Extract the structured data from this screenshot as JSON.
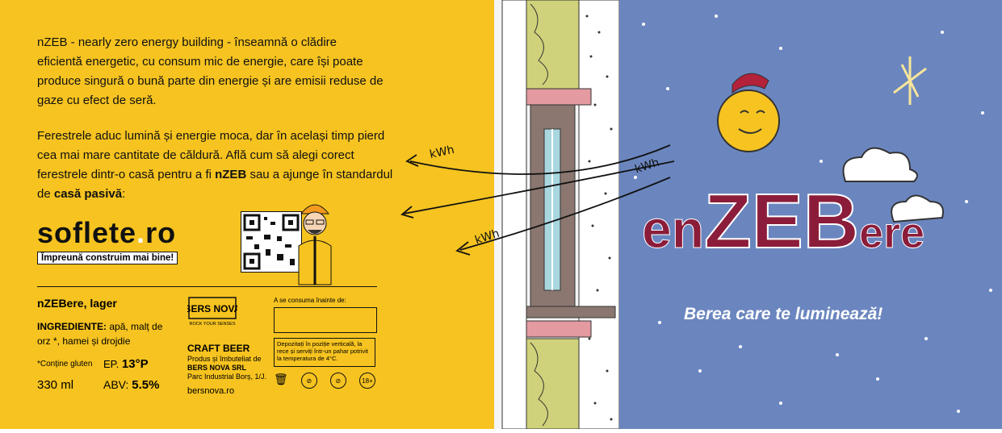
{
  "panels": {
    "left_bg": "#f6c320",
    "right_bg": "#6b86bf",
    "accent": "#8b1d3a"
  },
  "intro": {
    "para1": "nZEB - nearly zero energy building - înseamnă o clădire eficientă energetic, cu consum mic de energie, care își poate produce singură o bună parte din energie și are emisii reduse de gaze cu efect de seră.",
    "para2_a": "Ferestrele aduc lumină și energie moca, dar în același timp pierd cea mai mare cantitate de căldură. Află cum să alegi corect ferestrele dintr-o casă pentru a fi ",
    "para2_b": "nZEB",
    "para2_c": " sau a ajunge în standardul de ",
    "para2_d": "casă pasivă",
    "para2_e": ":"
  },
  "brand": {
    "name_a": "soflete",
    "dot": ".",
    "name_b": "ro",
    "tagline": "Împreună construim mai bine!"
  },
  "product": {
    "name": "nZEBere, lager",
    "ingredients_label": "INGREDIENTE:",
    "ingredients": " apă, malț de orz *, hamei și drojdie",
    "gluten": "*Conține gluten",
    "ep_label": "EP.",
    "ep_value": "13°P",
    "volume": "330 ml",
    "abv_label": "ABV:",
    "abv_value": "5.5%"
  },
  "brewery": {
    "logo_text": "BERS NOVA",
    "logo_sub": "ROCK YOUR SENSES",
    "craft": "CRAFT BEER",
    "line1": "Produs și îmbuteliat de",
    "line2": "BERS NOVA SRL",
    "line3": "Parc Industrial Borș, 1/J.",
    "site": "bersnova.ro"
  },
  "storage": {
    "consume_label": "A se consuma înainte de:",
    "text": "Depozitați în poziție verticală, la rece și serviți într-un pahar potrivit la temperatura de 4°C.",
    "age_icon": "18+",
    "icon_names": [
      "trash-icon",
      "no-pregnant-icon",
      "no-drive-icon",
      "age-18-icon"
    ]
  },
  "arrows": {
    "label1": "kWh",
    "label2": "kWh",
    "label3": "kWh"
  },
  "title": {
    "en": "en",
    "zeb": "ZEB",
    "ere": "ere",
    "slogan": "Berea care te luminează!"
  }
}
